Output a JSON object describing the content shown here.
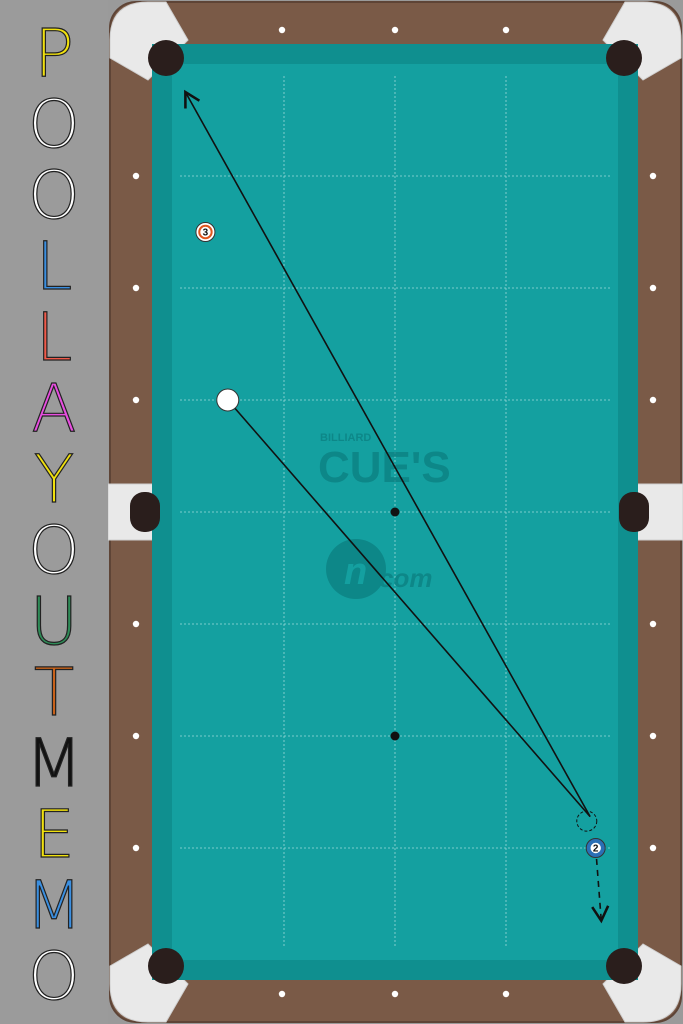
{
  "title": {
    "letters": [
      {
        "char": "P",
        "color": "#f1e10e"
      },
      {
        "char": "O",
        "color": "#ffffff"
      },
      {
        "char": "O",
        "color": "#ffffff"
      },
      {
        "char": "L",
        "color": "#3b8fe0"
      },
      {
        "char": "L",
        "color": "#f05a4a"
      },
      {
        "char": "A",
        "color": "#e84ee0"
      },
      {
        "char": "Y",
        "color": "#f1e10e"
      },
      {
        "char": "O",
        "color": "#ffffff"
      },
      {
        "char": "U",
        "color": "#2e8b57"
      },
      {
        "char": "T",
        "color": "#c9621a"
      },
      {
        "char": "M",
        "color": "#111111"
      },
      {
        "char": "E",
        "color": "#f1e10e"
      },
      {
        "char": "M",
        "color": "#3b8fe0"
      },
      {
        "char": "O",
        "color": "#ffffff"
      }
    ]
  },
  "table": {
    "felt_color": "#14a0a0",
    "rail_color": "#7a5a47",
    "pocket_color": "#2a1e1c",
    "watermark": {
      "small": "BILLIARD",
      "big": "CUE'S",
      "sub": "com"
    }
  },
  "balls": [
    {
      "id": "cue-ball",
      "label": "",
      "x": 0.5,
      "y": 3.0,
      "type": "cue"
    },
    {
      "id": "ball-3",
      "label": "3",
      "x": 0.3,
      "y": 1.5,
      "type": "stripe",
      "color": "#e0561e"
    },
    {
      "id": "ball-2",
      "label": "2",
      "x": 3.8,
      "y": 7.0,
      "type": "solid",
      "color": "#2a6fb5"
    }
  ],
  "shot_paths": [
    {
      "id": "cue-path",
      "points": [
        [
          0.5,
          3.0
        ],
        [
          3.75,
          6.72
        ]
      ],
      "style": "solid"
    },
    {
      "id": "rebound-path",
      "points": [
        [
          3.75,
          6.72
        ],
        [
          0.12,
          0.25
        ]
      ],
      "style": "solid",
      "arrow": "end"
    },
    {
      "id": "object-ball-path",
      "points": [
        [
          3.8,
          7.0
        ],
        [
          3.85,
          7.65
        ]
      ],
      "style": "dashed",
      "arrow": "end"
    }
  ],
  "ghost_ball": {
    "x": 3.72,
    "y": 6.76
  },
  "spots": [
    {
      "id": "center-spot",
      "x": 2.0,
      "y": 4.0
    },
    {
      "id": "foot-spot",
      "x": 2.0,
      "y": 6.0
    }
  ]
}
